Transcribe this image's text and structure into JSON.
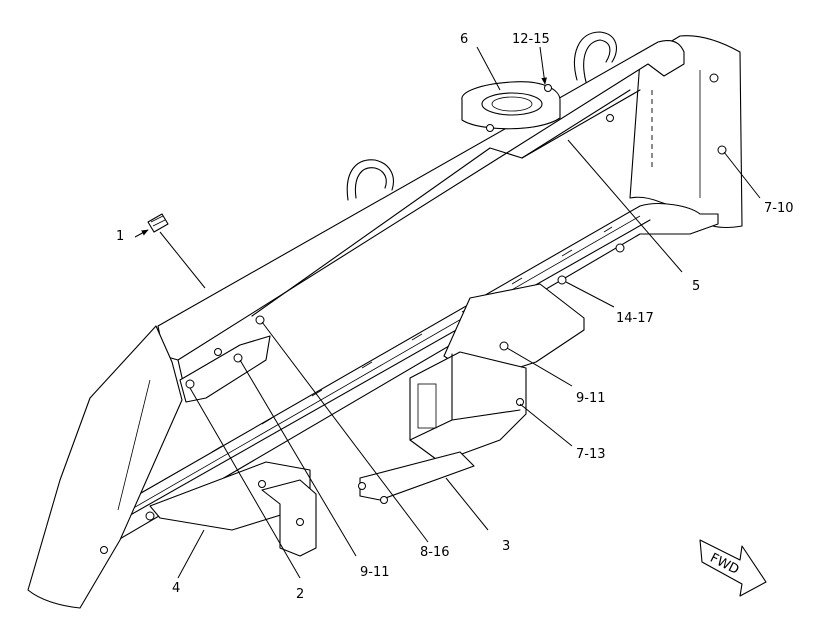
{
  "diagram": {
    "callouts": {
      "c1": "1",
      "c2": "2",
      "c3": "3",
      "c4": "4",
      "c5": "5",
      "c6": "6",
      "c7_10": "7-10",
      "c7_13": "7-13",
      "c8_16": "8-16",
      "c9_11_a": "9-11",
      "c9_11_b": "9-11",
      "c12_15": "12-15",
      "c14_17": "14-17"
    },
    "direction_label": "FWD"
  }
}
